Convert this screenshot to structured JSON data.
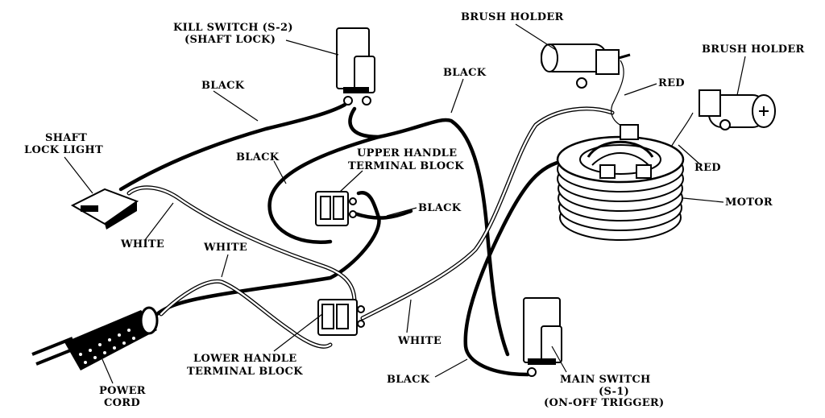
{
  "labels": {
    "kill_switch_line1": "KILL SWITCH (S-2)",
    "kill_switch_line2": "(SHAFT LOCK)",
    "brush_holder_top": "BRUSH HOLDER",
    "brush_holder_right": "BRUSH HOLDER",
    "black_kill_left": "BLACK",
    "black_top": "BLACK",
    "red_top": "RED",
    "shaft_lock_light_line1": "SHAFT",
    "shaft_lock_light_line2": "LOCK LIGHT",
    "black_mid": "BLACK",
    "upper_handle_line1": "UPPER HANDLE",
    "upper_handle_line2": "TERMINAL BLOCK",
    "red_right": "RED",
    "black_upper_right": "BLACK",
    "motor": "MOTOR",
    "white_left": "WHITE",
    "white_mid": "WHITE",
    "lower_handle_line1": "LOWER HANDLE",
    "lower_handle_line2": "TERMINAL BLOCK",
    "white_bottom": "WHITE",
    "power_cord_line1": "POWER",
    "power_cord_line2": "CORD",
    "black_bottom": "BLACK",
    "main_switch_line1": "MAIN SWITCH",
    "main_switch_line2": "(S-1)",
    "main_switch_line3": "(ON-OFF TRIGGER)"
  }
}
